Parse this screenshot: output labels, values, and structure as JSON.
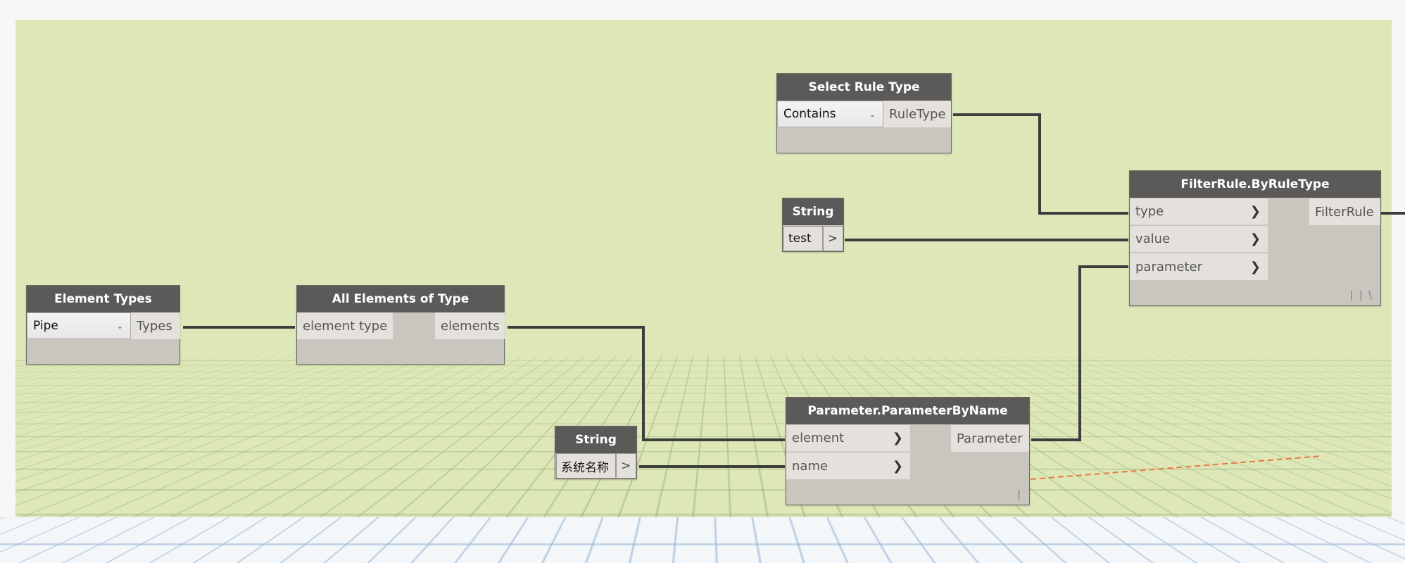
{
  "nodes": {
    "element_types": {
      "title": "Element Types",
      "selected": "Pipe",
      "output": "Types"
    },
    "all_elements": {
      "title": "All Elements of Type",
      "input": "element type",
      "output": "elements"
    },
    "select_rule_type": {
      "title": "Select Rule Type",
      "selected": "Contains",
      "output": "RuleType"
    },
    "string_test": {
      "title": "String",
      "value": "test",
      "output": ">"
    },
    "filter_rule": {
      "title": "FilterRule.ByRuleType",
      "inputs": [
        "type",
        "value",
        "parameter"
      ],
      "output": "FilterRule",
      "lacing": "| | \\"
    },
    "param_by_name": {
      "title": "Parameter.ParameterByName",
      "inputs": [
        "element",
        "name"
      ],
      "output": "Parameter",
      "lacing": "|"
    },
    "string_name": {
      "title": "String",
      "value": "系统名称",
      "output": ">"
    }
  },
  "colors": {
    "canvas": "#dde7b8",
    "header": "#5c5a58",
    "wire": "#3d3d3d",
    "node_body": "#c9c5bf"
  }
}
